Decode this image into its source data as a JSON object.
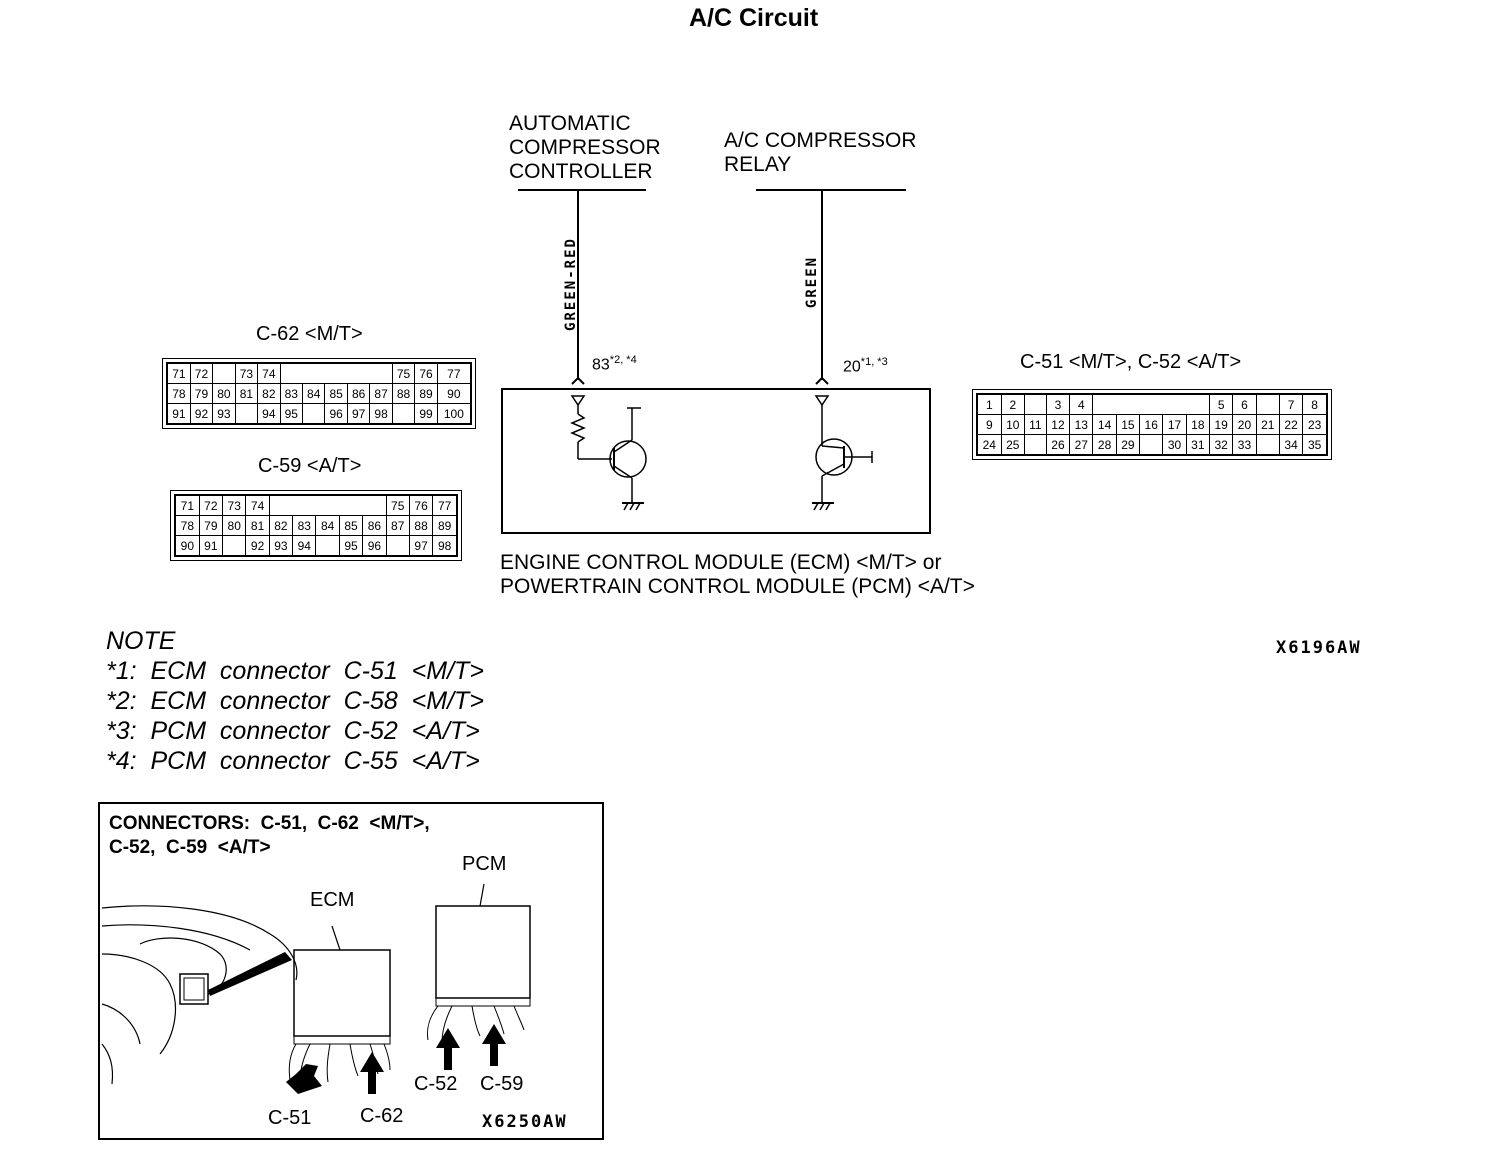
{
  "title": "A/C Circuit",
  "components": {
    "compressor_controller": "AUTOMATIC\nCOMPRESSOR\nCONTROLLER",
    "compressor_relay": "A/C COMPRESSOR\nRELAY",
    "module_line1": "ENGINE CONTROL MODULE (ECM) <M/T> or",
    "module_line2": "POWERTRAIN CONTROL MODULE (PCM) <A/T>"
  },
  "wires": {
    "left_color": "GREEN-RED",
    "left_pin": "83",
    "left_pin_note": "*2, *4",
    "right_color": "GREEN",
    "right_pin": "20",
    "right_pin_note": "*1, *3"
  },
  "connectors": {
    "c62_title": "C-62 <M/T>",
    "c62_rows": [
      [
        "71",
        "72",
        "",
        "73",
        "74",
        "",
        "",
        "",
        "",
        "",
        "75",
        "76",
        "77"
      ],
      [
        "78",
        "79",
        "80",
        "81",
        "82",
        "83",
        "84",
        "85",
        "86",
        "87",
        "88",
        "89",
        "90"
      ],
      [
        "91",
        "92",
        "93",
        "",
        "94",
        "95",
        "",
        "96",
        "97",
        "98",
        "",
        "99",
        "100"
      ]
    ],
    "c59_title": "C-59 <A/T>",
    "c59_rows": [
      [
        "71",
        "72",
        "73",
        "74",
        "",
        "",
        "",
        "",
        "",
        "75",
        "76",
        "77"
      ],
      [
        "78",
        "79",
        "80",
        "81",
        "82",
        "83",
        "84",
        "85",
        "86",
        "87",
        "88",
        "89"
      ],
      [
        "90",
        "91",
        "",
        "92",
        "93",
        "94",
        "",
        "95",
        "96",
        "",
        "97",
        "98"
      ]
    ],
    "c51_title": "C-51 <M/T>, C-52 <A/T>",
    "c51_rows": [
      [
        "1",
        "2",
        "",
        "3",
        "4",
        "",
        "",
        "",
        "",
        "",
        "5",
        "6",
        "",
        "7",
        "8"
      ],
      [
        "9",
        "10",
        "11",
        "12",
        "13",
        "14",
        "15",
        "16",
        "17",
        "18",
        "19",
        "20",
        "21",
        "22",
        "23"
      ],
      [
        "24",
        "25",
        "",
        "26",
        "27",
        "28",
        "29",
        "",
        "30",
        "31",
        "32",
        "33",
        "",
        "34",
        "35"
      ]
    ]
  },
  "diagram_code": "X6196AW",
  "notes": {
    "heading": "NOTE",
    "items": [
      "*1:  ECM  connector  C-51  <M/T>",
      "*2:  ECM  connector  C-58  <M/T>",
      "*3:  PCM  connector  C-52  <A/T>",
      "*4:  PCM  connector  C-55  <A/T>"
    ]
  },
  "inset": {
    "title_line1": "CONNECTORS:  C-51,  C-62  <M/T>,",
    "title_line2": "C-52,  C-59  <A/T>",
    "ecm": "ECM",
    "pcm": "PCM",
    "c51": "C-51",
    "c62": "C-62",
    "c52": "C-52",
    "c59": "C-59",
    "code": "X6250AW"
  }
}
